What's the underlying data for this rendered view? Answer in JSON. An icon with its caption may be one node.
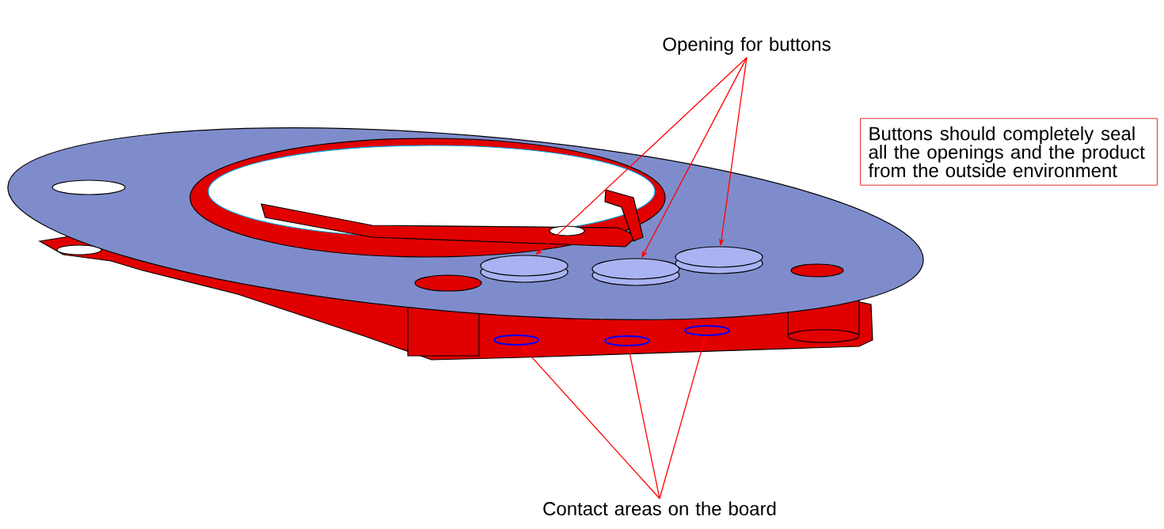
{
  "diagram": {
    "nodes": [
      {
        "text": [
          "Opening for buttons"
        ]
      },
      {
        "text": [],
        "shape": "circle"
      },
      {
        "text": [],
        "shape": "circle"
      },
      {
        "text": [],
        "shape": "circle"
      },
      {
        "text": [
          "Contact areas on the board"
        ]
      },
      {
        "text": [],
        "shape": "circle"
      },
      {
        "text": [],
        "shape": "circle"
      },
      {
        "text": [],
        "shape": "circle"
      },
      {
        "text": [
          "Buttons should completely seal all the openings and the product from the outside environment"
        ]
      }
    ],
    "edges": [
      {
        "from": 0,
        "to": 1,
        "arrow": "to"
      },
      {
        "from": 0,
        "to": 2,
        "arrow": "to"
      },
      {
        "from": 0,
        "to": 3,
        "arrow": "to"
      },
      {
        "from": 4,
        "to": 5,
        "arrow": "to"
      },
      {
        "from": 4,
        "to": 6,
        "arrow": "to"
      },
      {
        "from": 4,
        "to": 7,
        "arrow": "to"
      }
    ]
  }
}
